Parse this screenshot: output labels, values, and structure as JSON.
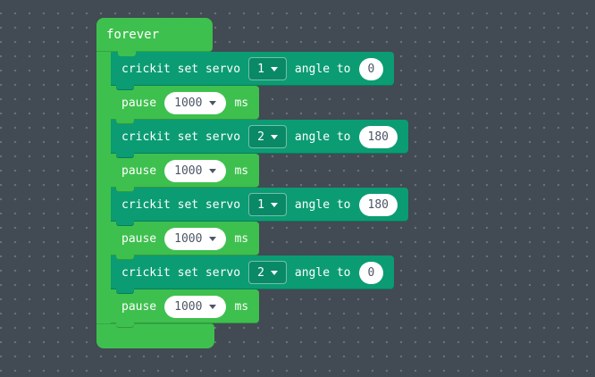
{
  "colors": {
    "background": "#424a53",
    "dot": "rgba(255,255,255,0.22)",
    "loops_green": "#3ec04e",
    "crickit_teal": "#0b9c73",
    "field_text": "#4d5566"
  },
  "program": {
    "forever_label": "forever",
    "blocks": [
      {
        "type": "crickit_set_servo",
        "text_before": "crickit set servo",
        "servo": "1",
        "text_mid": "angle to",
        "angle": "0"
      },
      {
        "type": "pause",
        "text_before": "pause",
        "duration": "1000",
        "text_after": "ms"
      },
      {
        "type": "crickit_set_servo",
        "text_before": "crickit set servo",
        "servo": "2",
        "text_mid": "angle to",
        "angle": "180"
      },
      {
        "type": "pause",
        "text_before": "pause",
        "duration": "1000",
        "text_after": "ms"
      },
      {
        "type": "crickit_set_servo",
        "text_before": "crickit set servo",
        "servo": "1",
        "text_mid": "angle to",
        "angle": "180"
      },
      {
        "type": "pause",
        "text_before": "pause",
        "duration": "1000",
        "text_after": "ms"
      },
      {
        "type": "crickit_set_servo",
        "text_before": "crickit set servo",
        "servo": "2",
        "text_mid": "angle to",
        "angle": "0"
      },
      {
        "type": "pause",
        "text_before": "pause",
        "duration": "1000",
        "text_after": "ms"
      }
    ]
  }
}
